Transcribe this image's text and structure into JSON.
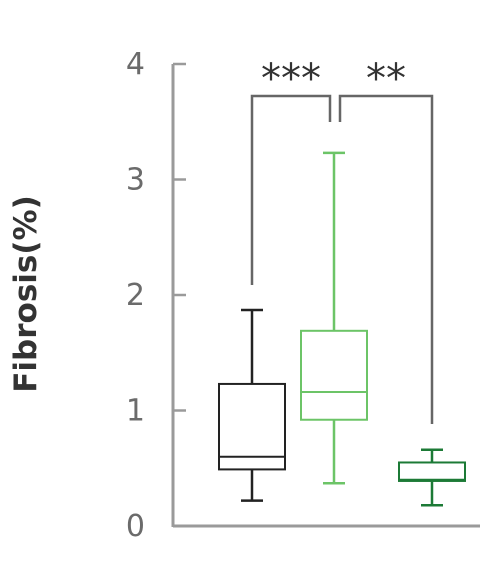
{
  "chart_data": {
    "type": "box",
    "ylabel": "Fibrosis(%)",
    "xlabel": "",
    "ylim": [
      0,
      4
    ],
    "yticks": [
      "0",
      "1",
      "2",
      "3",
      "4"
    ],
    "series": [
      {
        "color": "#222222",
        "whisker_low": 0.22,
        "q1": 0.49,
        "median": 0.6,
        "q3": 1.23,
        "whisker_high": 1.87
      },
      {
        "color": "#6cc467",
        "whisker_low": 0.37,
        "q1": 0.92,
        "median": 1.16,
        "q3": 1.69,
        "whisker_high": 3.23
      },
      {
        "color": "#1c7a36",
        "whisker_low": 0.18,
        "q1": 0.39,
        "median": 0.4,
        "q3": 0.55,
        "whisker_high": 0.66
      }
    ],
    "significance": [
      {
        "from": 0,
        "to": 1,
        "label": "***"
      },
      {
        "from": 1,
        "to": 2,
        "label": "**"
      }
    ]
  }
}
